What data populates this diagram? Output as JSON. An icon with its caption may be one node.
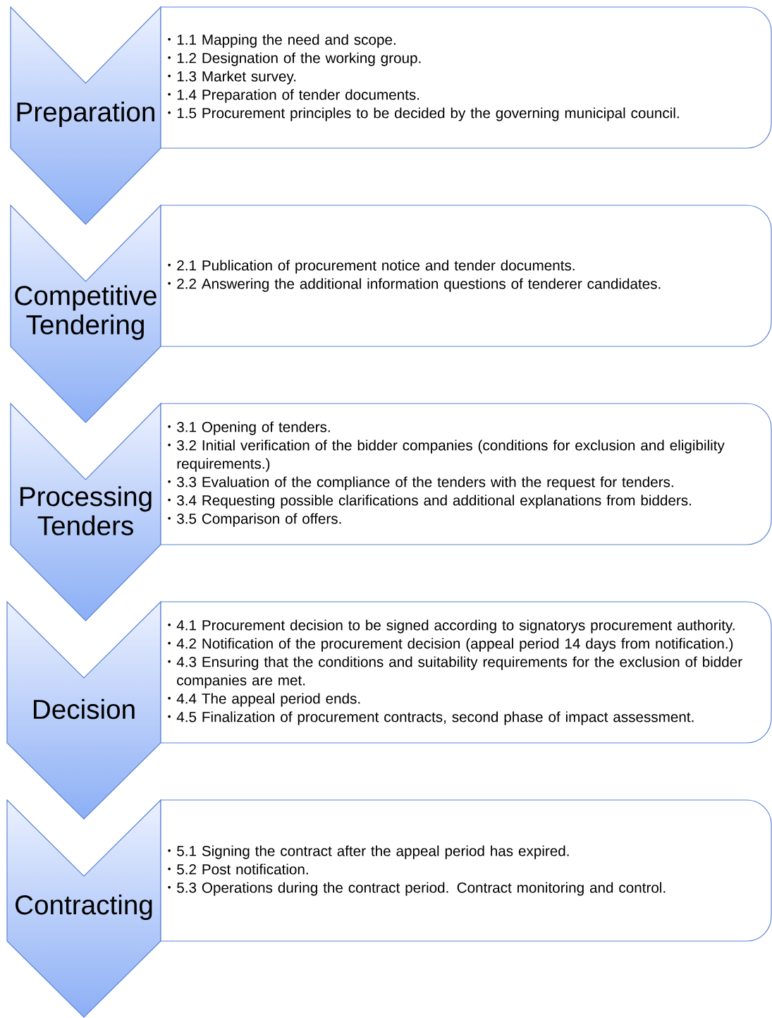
{
  "diagram": {
    "nodes": [
      {
        "text": [
          "Preparation"
        ]
      },
      {
        "text": [
          "1.1 Mapping the need and scope.",
          "1.2 Designation of the working group.",
          "1.3 Market survey.",
          "1.4 Preparation of tender documents.",
          "1.5 Procurement principles to be decided by the governing municipal council."
        ]
      },
      {
        "text": [
          "Competitive Tendering"
        ]
      },
      {
        "text": [
          "2.1 Publication of procurement notice and tender documents.",
          "2.2 Answering the additional information questions of tenderer candidates."
        ]
      },
      {
        "text": [
          "Processing Tenders"
        ]
      },
      {
        "text": [
          "3.1 Opening of tenders.",
          "3.2 Initial verification of the bidder companies (conditions for exclusion and eligibility requirements.)",
          "3.3 Evaluation of the compliance of the tenders with the request for tenders.",
          "3.4 Requesting possible clarifications and additional explanations from bidders.",
          "3.5 Comparison of offers."
        ]
      },
      {
        "text": [
          "Decision"
        ]
      },
      {
        "text": [
          "4.1 Procurement decision to be signed according to signatorys procurement authority.",
          "4.2 Notification of the procurement decision (appeal period 14 days from notification.)",
          "4.3 Ensuring that the conditions and suitability requirements for the exclusion of bidder companies are met.",
          "4.4 The appeal period ends.",
          "4.5 Finalization of procurement contracts, second phase of impact assessment."
        ]
      },
      {
        "text": [
          "Contracting"
        ]
      },
      {
        "text": [
          "5.1 Signing the contract after the appeal period has expired.",
          "5.2 Post notification.",
          "5.3 Operations during the contract period. Contract monitoring and control."
        ]
      }
    ]
  }
}
